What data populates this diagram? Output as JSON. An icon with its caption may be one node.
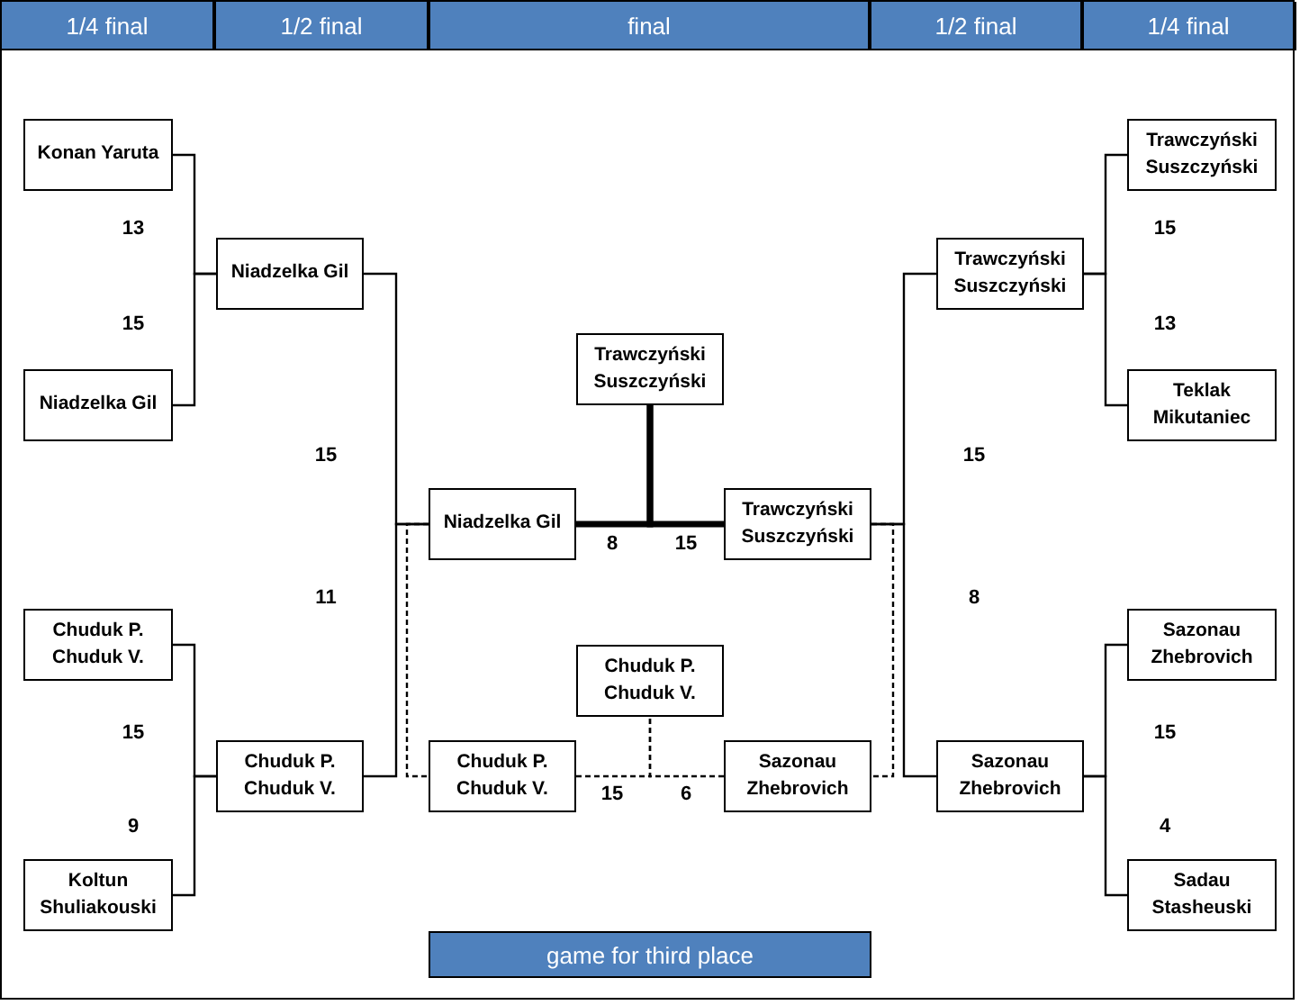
{
  "diagram": {
    "nodes": [
      {
        "text": [
          "1/4 final"
        ]
      },
      {
        "text": [
          "1/2 final"
        ]
      },
      {
        "text": [
          "final"
        ]
      },
      {
        "text": [
          "1/2 final"
        ]
      },
      {
        "text": [
          "1/4 final"
        ]
      },
      {
        "text": [
          "Konan Yaruta"
        ],
        "beside": [
          "13"
        ]
      },
      {
        "text": [
          "Niadzelka Gil"
        ],
        "beside": [
          "15"
        ]
      },
      {
        "text": [
          "Chuduk P. Chuduk V."
        ],
        "beside": [
          "15"
        ]
      },
      {
        "text": [
          "Koltun Shuliakouski"
        ],
        "beside": [
          "9"
        ]
      },
      {
        "text": [
          "Niadzelka Gil"
        ]
      },
      {
        "text": [
          "Chuduk P. Chuduk V."
        ]
      },
      {
        "text": [
          "Trawczyński Suszczyński"
        ]
      },
      {
        "text": [
          "Niadzelka Gil"
        ],
        "beside": [
          "8"
        ]
      },
      {
        "text": [
          "Trawczyński Suszczyński"
        ],
        "beside": [
          "15"
        ]
      },
      {
        "text": [
          "Chuduk P. Chuduk V."
        ]
      },
      {
        "text": [
          "Chuduk P. Chuduk V."
        ],
        "beside": [
          "15"
        ]
      },
      {
        "text": [
          "Sazonau Zhebrovich"
        ],
        "beside": [
          "6"
        ]
      },
      {
        "text": [
          "Trawczyński Suszczyński"
        ]
      },
      {
        "text": [
          "Sazonau Zhebrovich"
        ]
      },
      {
        "text": [
          "Trawczyński Suszczyński"
        ],
        "beside": [
          "15"
        ]
      },
      {
        "text": [
          "Teklak Mikutaniec"
        ],
        "beside": [
          "13"
        ]
      },
      {
        "text": [
          "Sazonau Zhebrovich"
        ],
        "beside": [
          "15"
        ]
      },
      {
        "text": [
          "Sadau Stasheuski"
        ],
        "beside": [
          "4"
        ]
      },
      {
        "text": [
          "game for third place"
        ]
      }
    ],
    "edges": [
      {
        "from": 5,
        "to": 9,
        "arrow": "none"
      },
      {
        "from": 6,
        "to": 9,
        "arrow": "none"
      },
      {
        "from": 7,
        "to": 10,
        "arrow": "none"
      },
      {
        "from": 8,
        "to": 10,
        "arrow": "none"
      },
      {
        "from": 9,
        "to": 12,
        "arrow": "none"
      },
      {
        "from": 10,
        "to": 12,
        "arrow": "none"
      },
      {
        "from": 12,
        "to": 11,
        "arrow": "none",
        "style": "thick"
      },
      {
        "from": 13,
        "to": 11,
        "arrow": "none",
        "style": "thick"
      },
      {
        "from": 12,
        "to": 15,
        "arrow": "none",
        "style": "dashed"
      },
      {
        "from": 13,
        "to": 16,
        "arrow": "none",
        "style": "dashed"
      },
      {
        "from": 15,
        "to": 14,
        "arrow": "none",
        "style": "dashed"
      },
      {
        "from": 16,
        "to": 14,
        "arrow": "none",
        "style": "dashed"
      },
      {
        "from": 17,
        "to": 13,
        "arrow": "none"
      },
      {
        "from": 18,
        "to": 13,
        "arrow": "none"
      },
      {
        "from": 19,
        "to": 17,
        "arrow": "none"
      },
      {
        "from": 20,
        "to": 17,
        "arrow": "none"
      },
      {
        "from": 21,
        "to": 18,
        "arrow": "none"
      },
      {
        "from": 22,
        "to": 18,
        "arrow": "none"
      }
    ],
    "labels": [
      "15",
      "15",
      "11",
      "8"
    ]
  }
}
